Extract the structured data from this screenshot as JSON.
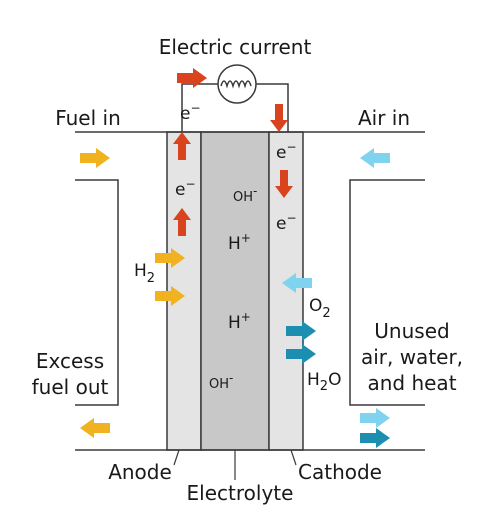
{
  "title": "Electric current",
  "labels": {
    "fuel_in": "Fuel in",
    "air_in": "Air in",
    "excess_line1": "Excess",
    "excess_line2": "fuel out",
    "unused_line1": "Unused",
    "unused_line2": "air, water,",
    "unused_line3": "and heat",
    "anode": "Anode",
    "cathode": "Cathode",
    "electrolyte": "Electrolyte"
  },
  "species": {
    "electron": "e",
    "electron_charge": "−",
    "hydroxide": "OH",
    "hydroxide_charge": "-",
    "proton": "H",
    "proton_charge": "+",
    "hydrogen": "H",
    "hydrogen_sub": "2",
    "oxygen": "O",
    "oxygen_sub": "2",
    "water_h": "H",
    "water_sub": "2",
    "water_o": "O"
  },
  "colors": {
    "electron_arrow": "#d9441e",
    "fuel_arrow": "#f0b21e",
    "air_arrow": "#7fd3ee",
    "product_arrow": "#1c8fb0",
    "electrode": "#e4e4e4",
    "electrolyte": "#c8c8c8",
    "line": "#3a3a3a"
  },
  "icons": {
    "load": "resistor-coil-icon"
  }
}
